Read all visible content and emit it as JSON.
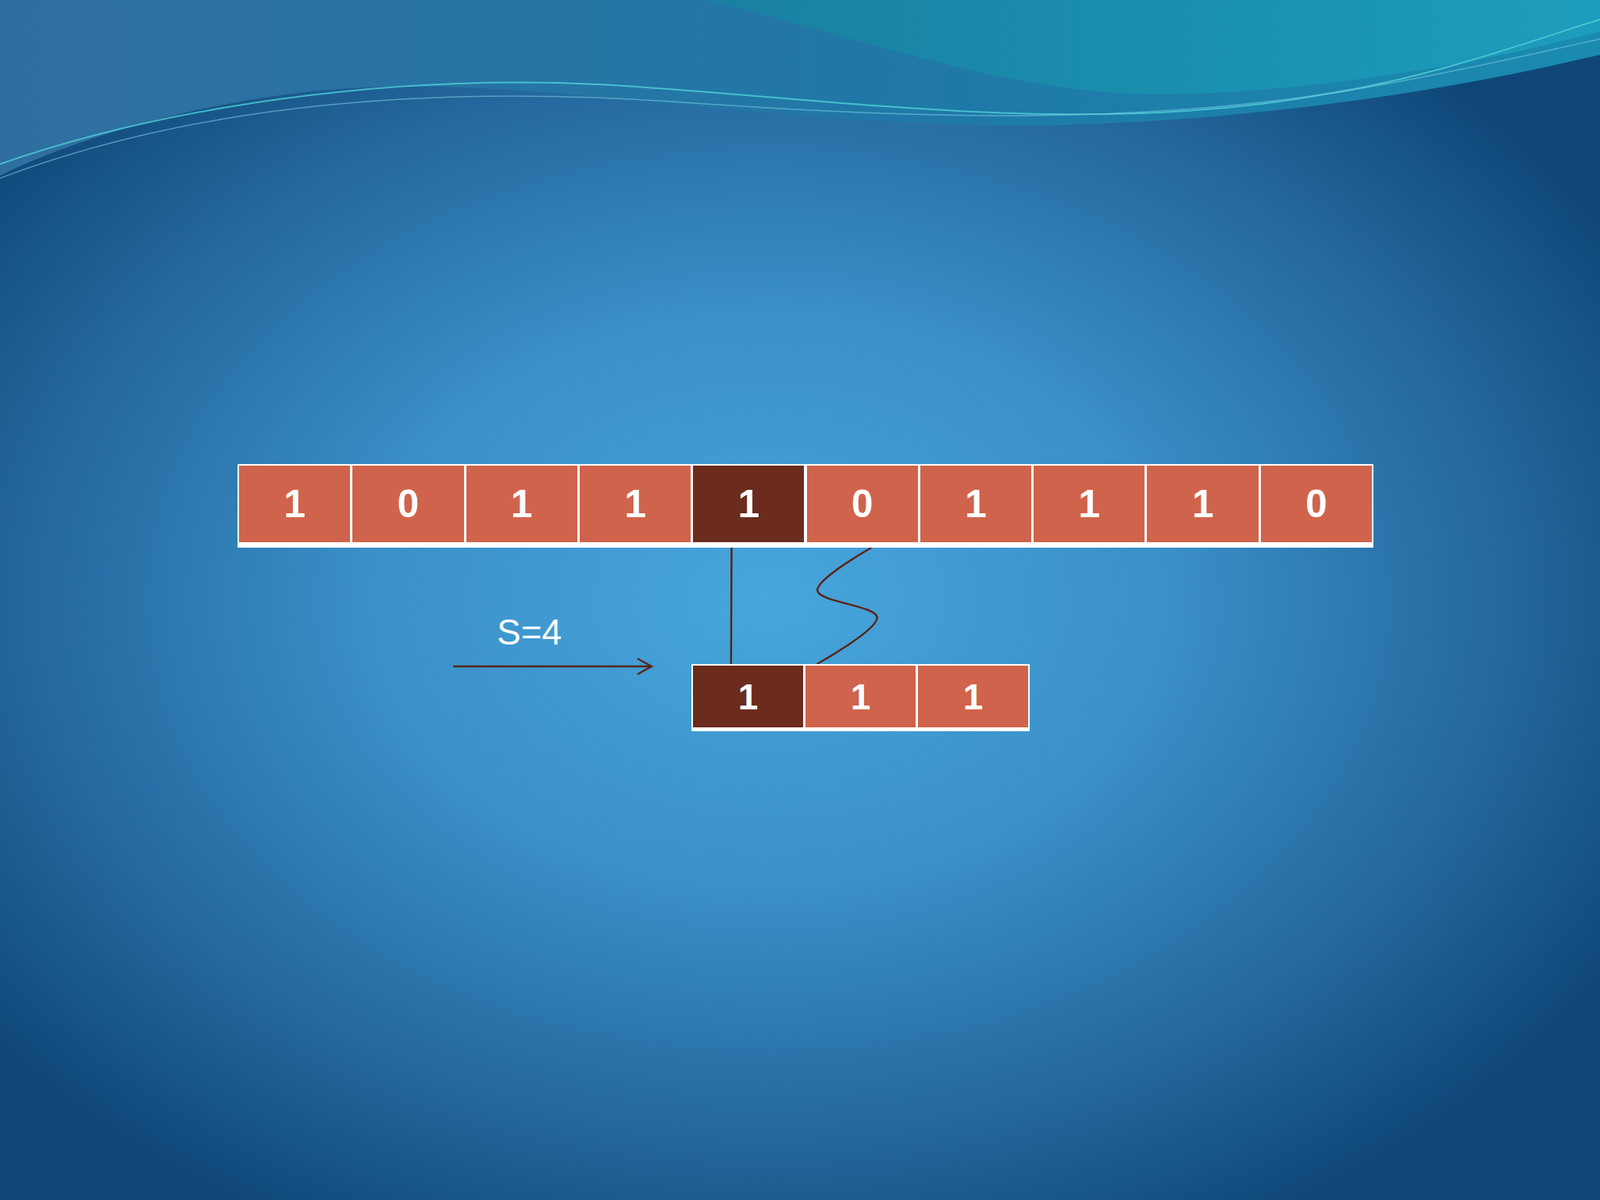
{
  "diagram": {
    "nodes": [
      {
        "text": [
          "1"
        ]
      },
      {
        "text": [
          "0"
        ]
      },
      {
        "text": [
          "1"
        ]
      },
      {
        "text": [
          "1"
        ]
      },
      {
        "text": [
          "1"
        ]
      },
      {
        "text": [
          "0"
        ]
      },
      {
        "text": [
          "1"
        ]
      },
      {
        "text": [
          "1"
        ]
      },
      {
        "text": [
          "1"
        ]
      },
      {
        "text": [
          "0"
        ]
      },
      {
        "text": [
          "1"
        ]
      },
      {
        "text": [
          "1"
        ]
      },
      {
        "text": [
          "1"
        ]
      }
    ],
    "edges": [
      {
        "from": 4,
        "to": 10,
        "arrow": "none"
      },
      {
        "from": 5,
        "to": 11,
        "arrow": "none"
      }
    ],
    "labels": [
      "S=4"
    ]
  }
}
